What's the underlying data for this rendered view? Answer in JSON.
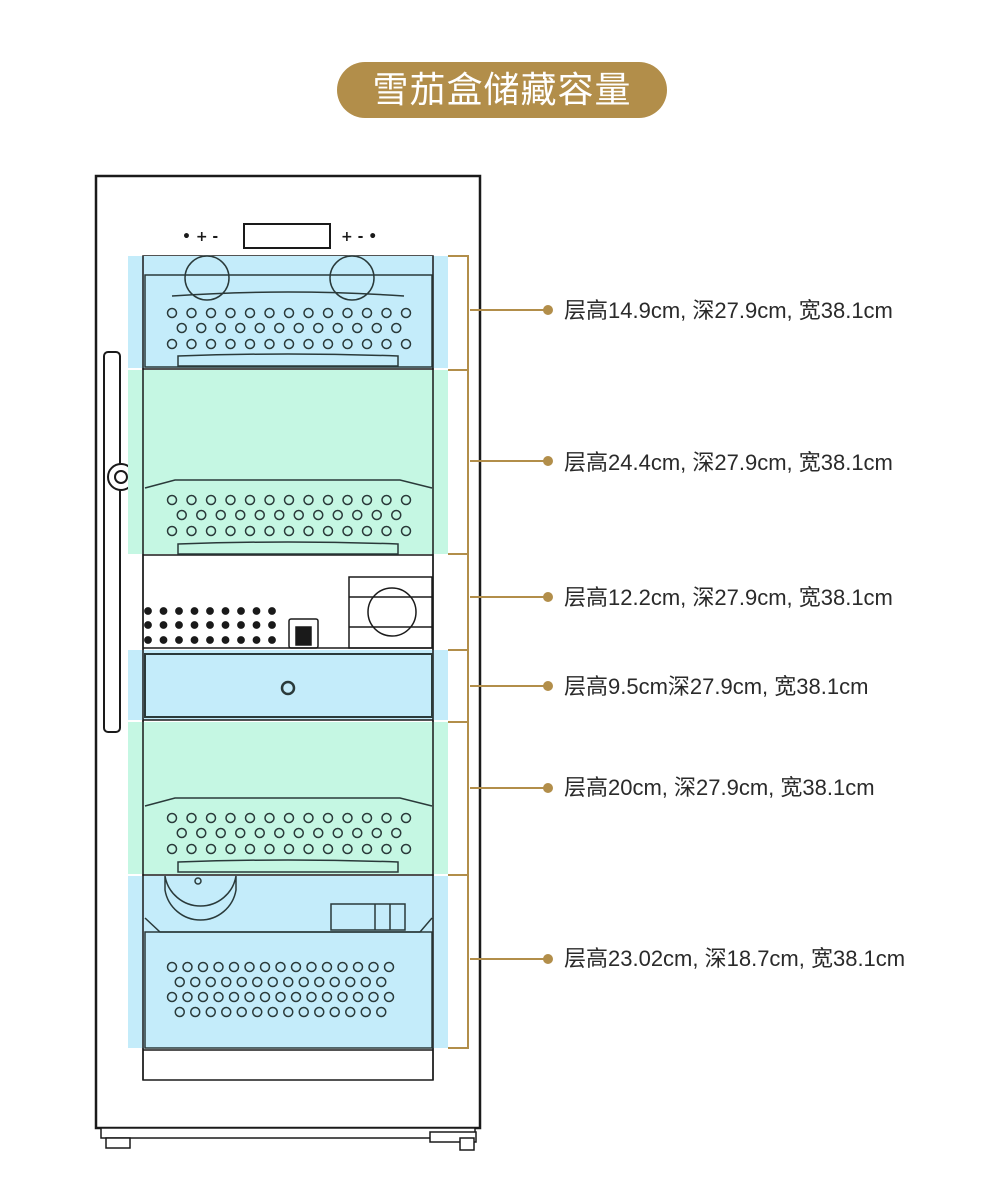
{
  "title": "雪茄盒储藏容量",
  "colors": {
    "accent": "#b28e4a",
    "zone_blue": "#c4ecfa",
    "zone_green": "#c5f7e3",
    "outline": "#1a1a1a"
  },
  "shelves": [
    {
      "label": "层高14.9cm, 深27.9cm, 宽38.1cm",
      "zone": "blue"
    },
    {
      "label": "层高24.4cm, 深27.9cm, 宽38.1cm",
      "zone": "green"
    },
    {
      "label": "层高12.2cm, 深27.9cm, 宽38.1cm",
      "zone": "none"
    },
    {
      "label": "层高9.5cm深27.9cm, 宽38.1cm",
      "zone": "blue"
    },
    {
      "label": "层高20cm, 深27.9cm, 宽38.1cm",
      "zone": "green"
    },
    {
      "label": "层高23.02cm, 深18.7cm, 宽38.1cm",
      "zone": "blue"
    }
  ],
  "control_panel": {
    "left_buttons": "• + -",
    "right_buttons": "+ - •"
  }
}
